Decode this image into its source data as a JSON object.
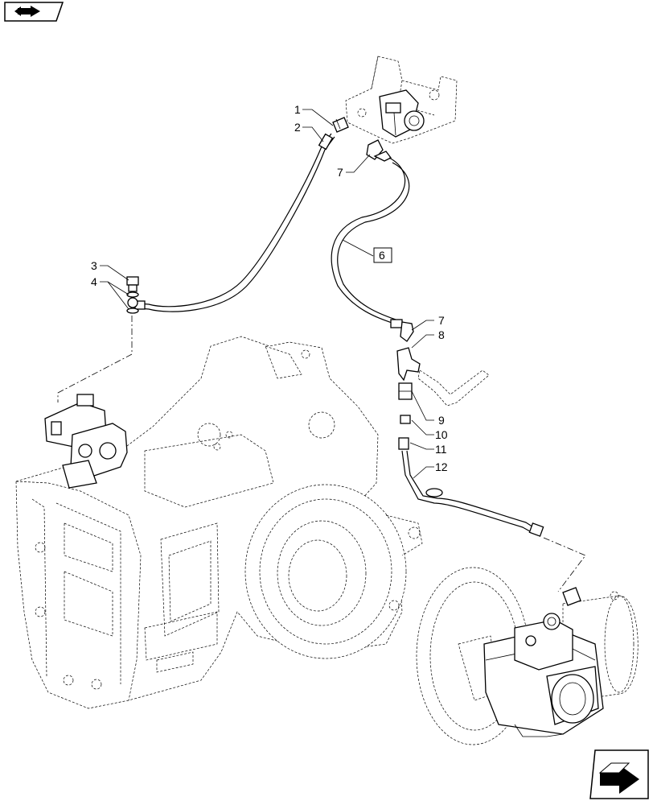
{
  "callouts": {
    "c1": "1",
    "c2": "2",
    "c3": "3",
    "c4": "4",
    "c6": "6",
    "c7a": "7",
    "c7b": "7",
    "c8": "8",
    "c9": "9",
    "c10": "10",
    "c11": "11",
    "c12": "12"
  },
  "icons": {
    "top_left": "view-orientation-icon",
    "bottom_right": "next-page-arrow-icon"
  }
}
